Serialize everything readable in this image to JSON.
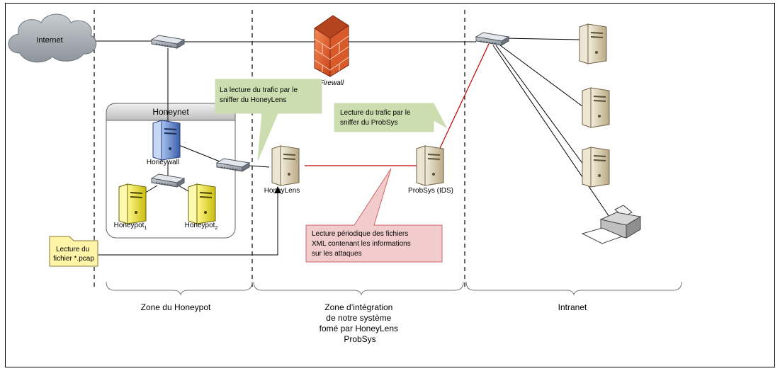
{
  "nodes": {
    "internet": "Internet",
    "firewall": "Firewall",
    "honeynet": "Honeynet",
    "honeywall": "Honeywall",
    "honeypot1": {
      "base": "Honeypot",
      "sub": "1"
    },
    "honeypot2": {
      "base": "Honeypot",
      "sub": "2"
    },
    "honeylens": "HoneyLens",
    "probsys": "ProbSys (IDS)"
  },
  "callouts": {
    "honeylens_sniffer": [
      "La lecture du trafic par le",
      "sniffer du HoneyLens"
    ],
    "probsys_sniffer": [
      "Lecture du trafic par le",
      "sniffer du ProbSys"
    ],
    "xml_reading": [
      "Lecture périodique des fichiers",
      "XML contenant les informations",
      "sur les attaques"
    ],
    "pcap_folder": [
      "Lecture du",
      "fichier *.pcap"
    ]
  },
  "zones": {
    "honeypot": [
      "Zone du Honeypot"
    ],
    "integration": [
      "Zone d’intégration",
      "de notre système",
      "fomé par HoneyLens",
      "ProbSys"
    ],
    "intranet": [
      "Intranet"
    ]
  },
  "colors": {
    "callout_green": "#CCDDB0",
    "callout_pink": "#F2CCCC",
    "pink_border": "#CC6666",
    "red_link": "#C00000",
    "folder_yellow": "#FFF4A8",
    "honeypot_yellow": "#F2E82A",
    "server_beige": "#D9CDB0",
    "honeywall_blue": "#5B7FC4",
    "firewall_orange": "#E8622A"
  }
}
